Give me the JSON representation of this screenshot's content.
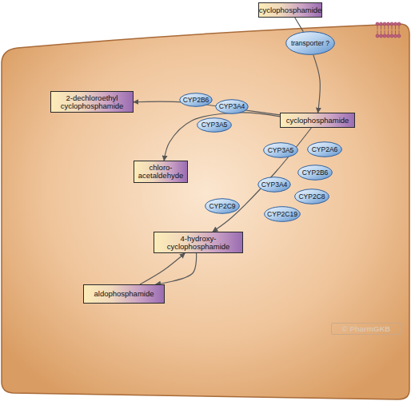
{
  "diagram": {
    "nodes": [
      {
        "text": [
          "cyclophosphamide"
        ]
      },
      {
        "text": [
          "transporter ?"
        ]
      },
      {
        "text": [
          "2-dechloroethyl cyclophosphamide"
        ]
      },
      {
        "text": [
          "CYP2B6"
        ]
      },
      {
        "text": [
          "CYP3A4"
        ]
      },
      {
        "text": [
          "cyclophosphamide"
        ]
      },
      {
        "text": [
          "CYP3A5"
        ]
      },
      {
        "text": [
          "CYP3A5"
        ]
      },
      {
        "text": [
          "CYP2A6"
        ]
      },
      {
        "text": [
          "chloro- acetaldehyde"
        ]
      },
      {
        "text": [
          "CYP2B6"
        ]
      },
      {
        "text": [
          "CYP3A4"
        ]
      },
      {
        "text": [
          "CYP2C8"
        ]
      },
      {
        "text": [
          "CYP2C9"
        ]
      },
      {
        "text": [
          "CYP2C19"
        ]
      },
      {
        "text": [
          "4-hydroxy- cyclophosphamide"
        ]
      },
      {
        "text": [
          "aldophosphamide"
        ]
      }
    ],
    "edges": [
      {
        "from": 0,
        "to": 1,
        "arrow": "none"
      },
      {
        "from": 1,
        "to": 5,
        "arrow": "to"
      },
      {
        "from": 5,
        "to": 2,
        "arrow": "to"
      },
      {
        "from": 5,
        "to": 9,
        "arrow": "to"
      },
      {
        "from": 5,
        "to": 15,
        "arrow": "to"
      },
      {
        "from": 16,
        "to": 15,
        "arrow": "to"
      },
      {
        "from": 15,
        "to": 16,
        "arrow": "to"
      }
    ],
    "labels": [
      "© PharmGKB"
    ]
  }
}
